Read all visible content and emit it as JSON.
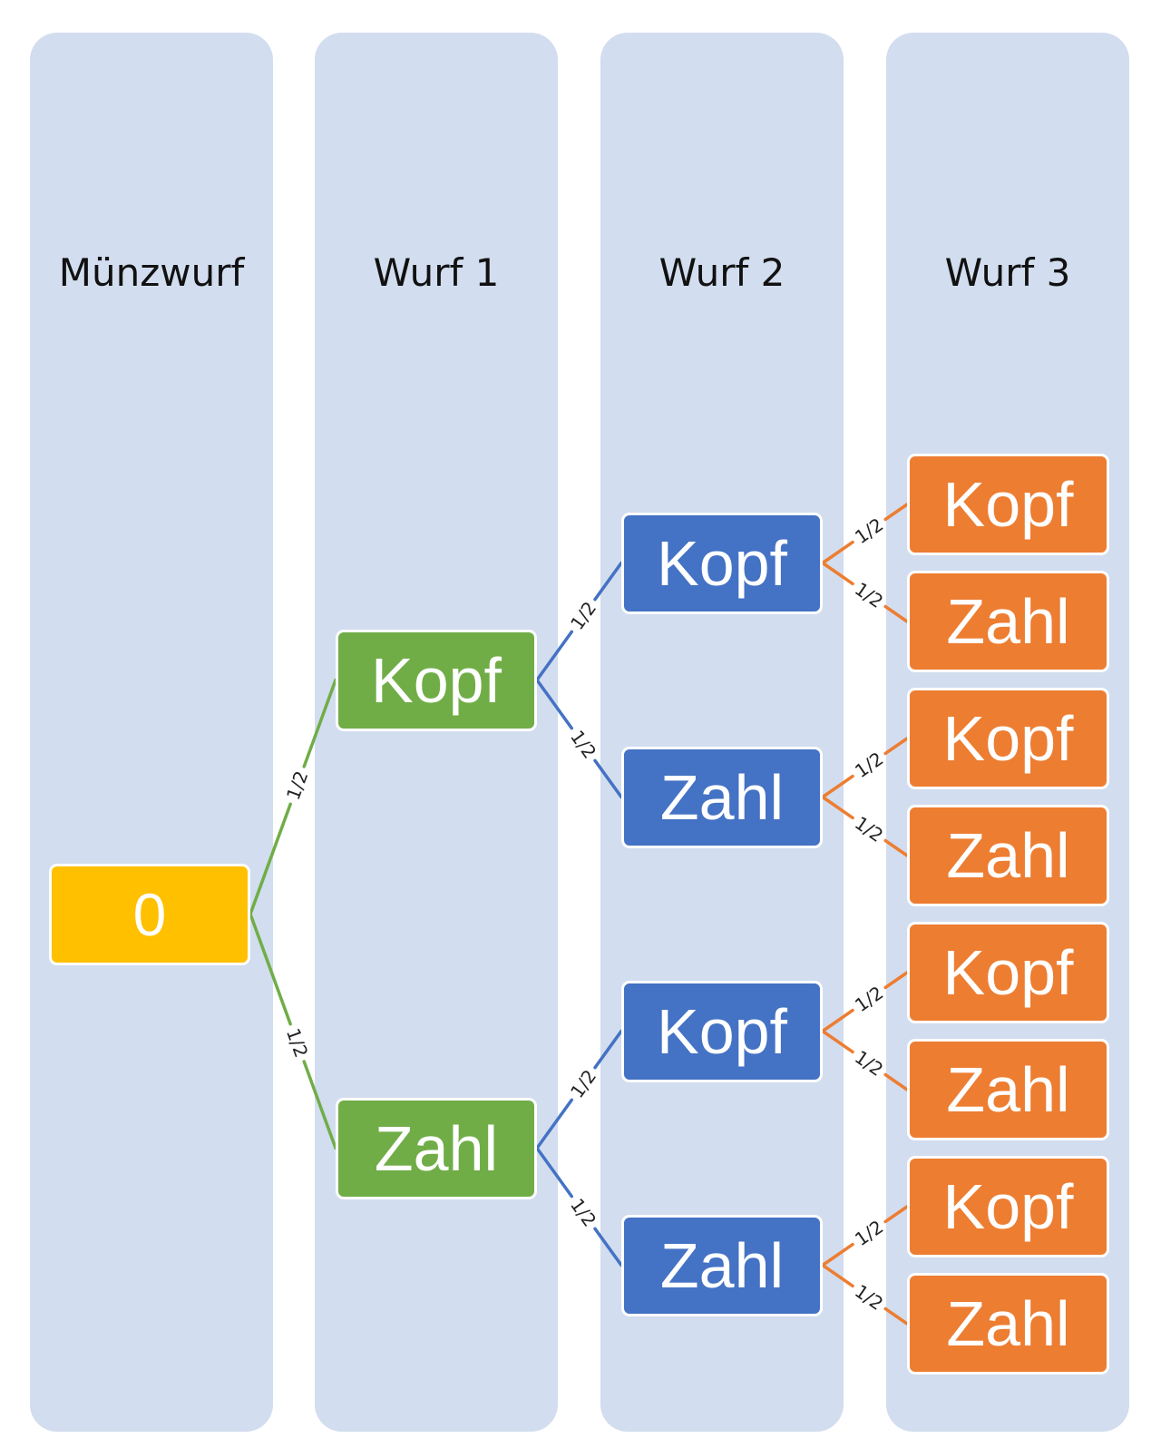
{
  "columns": [
    {
      "title": "Münzwurf"
    },
    {
      "title": "Wurf 1"
    },
    {
      "title": "Wurf 2"
    },
    {
      "title": "Wurf 3"
    }
  ],
  "colors": {
    "root": "#ffc000",
    "level1": "#70ad47",
    "level2": "#4472c4",
    "level3": "#ed7d31",
    "column_background": "#d2ddef"
  },
  "tree": {
    "label": "0",
    "children": [
      {
        "label": "Kopf",
        "edge": "1/2",
        "children": [
          {
            "label": "Kopf",
            "edge": "1/2",
            "children": [
              {
                "label": "Kopf",
                "edge": "1/2"
              },
              {
                "label": "Zahl",
                "edge": "1/2"
              }
            ]
          },
          {
            "label": "Zahl",
            "edge": "1/2",
            "children": [
              {
                "label": "Kopf",
                "edge": "1/2"
              },
              {
                "label": "Zahl",
                "edge": "1/2"
              }
            ]
          }
        ]
      },
      {
        "label": "Zahl",
        "edge": "1/2",
        "children": [
          {
            "label": "Kopf",
            "edge": "1/2",
            "children": [
              {
                "label": "Kopf",
                "edge": "1/2"
              },
              {
                "label": "Zahl",
                "edge": "1/2"
              }
            ]
          },
          {
            "label": "Zahl",
            "edge": "1/2",
            "children": [
              {
                "label": "Kopf",
                "edge": "1/2"
              },
              {
                "label": "Zahl",
                "edge": "1/2"
              }
            ]
          }
        ]
      }
    ]
  }
}
